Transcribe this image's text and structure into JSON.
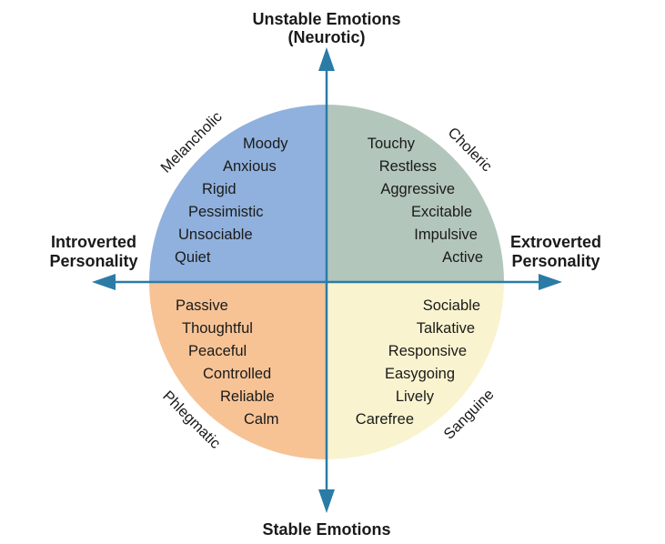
{
  "diagram": {
    "axes": {
      "axis_color": "#2a7ca6",
      "top_label_line1": "Unstable Emotions",
      "top_label_line2": "(Neurotic)",
      "bottom_label": "Stable Emotions",
      "left_label_line1": "Introverted",
      "left_label_line2": "Personality",
      "right_label_line1": "Extroverted",
      "right_label_line2": "Personality"
    },
    "quadrants": [
      {
        "name": "Melancholic",
        "position": "top-left",
        "color": "#90b1dd",
        "traits": [
          "Moody",
          "Anxious",
          "Rigid",
          "Pessimistic",
          "Unsociable",
          "Quiet"
        ]
      },
      {
        "name": "Choleric",
        "position": "top-right",
        "color": "#b3c6bb",
        "traits": [
          "Touchy",
          "Restless",
          "Aggressive",
          "Excitable",
          "Impulsive",
          "Active"
        ]
      },
      {
        "name": "Phlegmatic",
        "position": "bottom-left",
        "color": "#f7c395",
        "traits": [
          "Passive",
          "Thoughtful",
          "Peaceful",
          "Controlled",
          "Reliable",
          "Calm"
        ]
      },
      {
        "name": "Sanguine",
        "position": "bottom-right",
        "color": "#f9f4cf",
        "traits": [
          "Sociable",
          "Talkative",
          "Responsive",
          "Easygoing",
          "Lively",
          "Carefree"
        ]
      }
    ]
  }
}
